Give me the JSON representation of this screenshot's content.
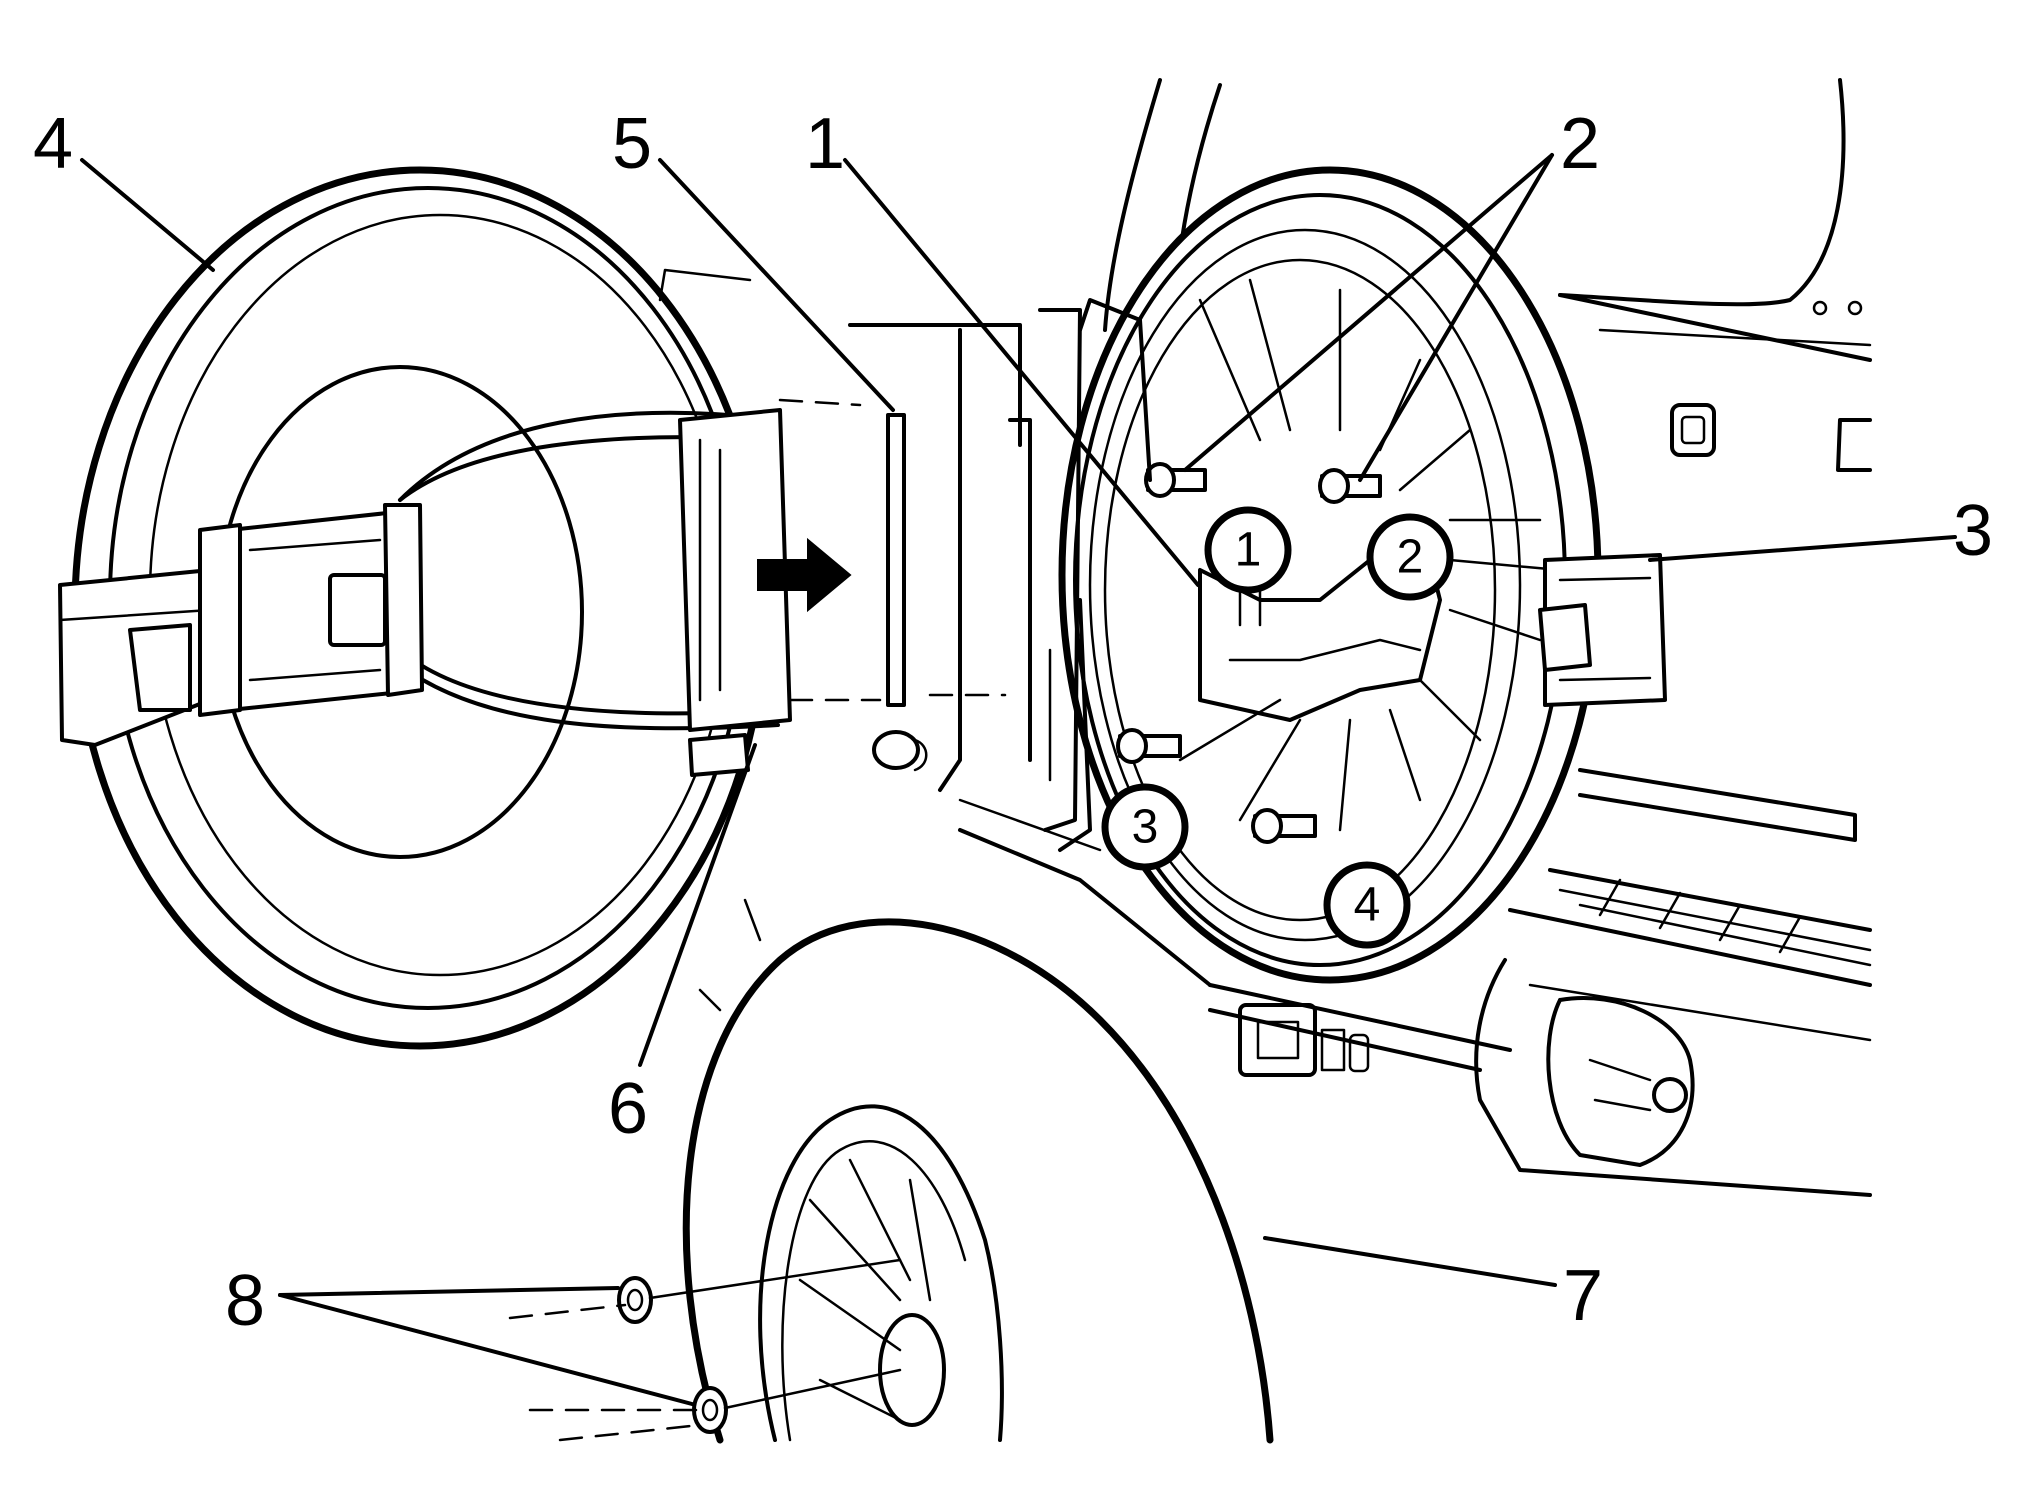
{
  "callouts": [
    "1",
    "2",
    "3",
    "4",
    "5",
    "6",
    "7",
    "8"
  ],
  "sequence": [
    "1",
    "2",
    "3",
    "4"
  ]
}
